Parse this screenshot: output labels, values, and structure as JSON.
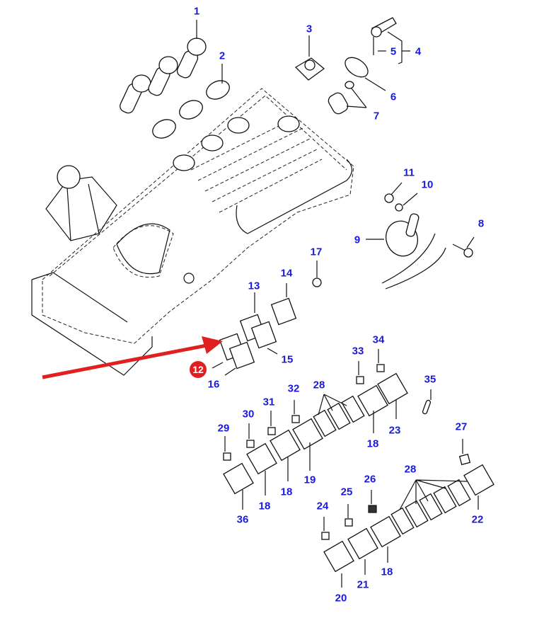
{
  "diagram": {
    "title": "Cab control console – switches and controls exploded parts view",
    "colors": {
      "callout_text": "#1a1adc",
      "highlight": "#e02020",
      "line": "#111111"
    },
    "highlighted_part": {
      "label": "12",
      "description": "Selected rocker switch (indicated by red arrow)"
    },
    "callouts": [
      {
        "id": "c1",
        "label": "1"
      },
      {
        "id": "c2",
        "label": "2"
      },
      {
        "id": "c3",
        "label": "3"
      },
      {
        "id": "c4",
        "label": "4"
      },
      {
        "id": "c5",
        "label": "5"
      },
      {
        "id": "c6",
        "label": "6"
      },
      {
        "id": "c7",
        "label": "7"
      },
      {
        "id": "c8",
        "label": "8"
      },
      {
        "id": "c9",
        "label": "9"
      },
      {
        "id": "c10",
        "label": "10"
      },
      {
        "id": "c11",
        "label": "11"
      },
      {
        "id": "c13",
        "label": "13"
      },
      {
        "id": "c14",
        "label": "14"
      },
      {
        "id": "c15",
        "label": "15"
      },
      {
        "id": "c16",
        "label": "16"
      },
      {
        "id": "c17",
        "label": "17"
      },
      {
        "id": "c18a",
        "label": "18"
      },
      {
        "id": "c18b",
        "label": "18"
      },
      {
        "id": "c18c",
        "label": "18"
      },
      {
        "id": "c18d",
        "label": "18"
      },
      {
        "id": "c19",
        "label": "19"
      },
      {
        "id": "c20",
        "label": "20"
      },
      {
        "id": "c21",
        "label": "21"
      },
      {
        "id": "c22",
        "label": "22"
      },
      {
        "id": "c23",
        "label": "23"
      },
      {
        "id": "c24",
        "label": "24"
      },
      {
        "id": "c25",
        "label": "25"
      },
      {
        "id": "c26",
        "label": "26"
      },
      {
        "id": "c27",
        "label": "27"
      },
      {
        "id": "c28a",
        "label": "28"
      },
      {
        "id": "c28b",
        "label": "28"
      },
      {
        "id": "c29",
        "label": "29"
      },
      {
        "id": "c30",
        "label": "30"
      },
      {
        "id": "c31",
        "label": "31"
      },
      {
        "id": "c32",
        "label": "32"
      },
      {
        "id": "c33",
        "label": "33"
      },
      {
        "id": "c34",
        "label": "34"
      },
      {
        "id": "c35",
        "label": "35"
      },
      {
        "id": "c36",
        "label": "36"
      }
    ]
  }
}
